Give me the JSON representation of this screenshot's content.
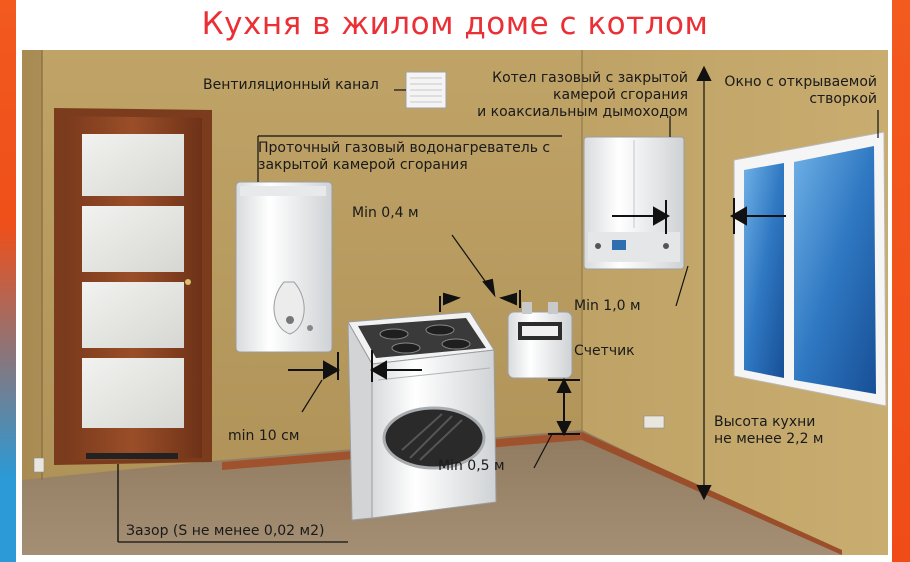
{
  "title": "Кухня в жилом доме с котлом",
  "labels": {
    "vent": "Вентиляционный канал",
    "boiler_l1": "Котел газовый с закрытой",
    "boiler_l2": "камерой сгорания",
    "boiler_l3": "и коаксиальным дымоходом",
    "window_l1": "Окно с открываемой",
    "window_l2": "створкой",
    "heater_l1": "Проточный газовый водонагреватель с",
    "heater_l2": "закрытой камерой сгорания",
    "min_04": "Min 0,4 м",
    "min_10": "Min 1,0 м",
    "meter": "Счетчик",
    "min_10cm": "min  10 см",
    "min_05": "Min 0,5 м",
    "height_l1": "Высота кухни",
    "height_l2": "не менее 2,2 м",
    "gap": "Зазор (S не менее 0,02 м2)"
  }
}
